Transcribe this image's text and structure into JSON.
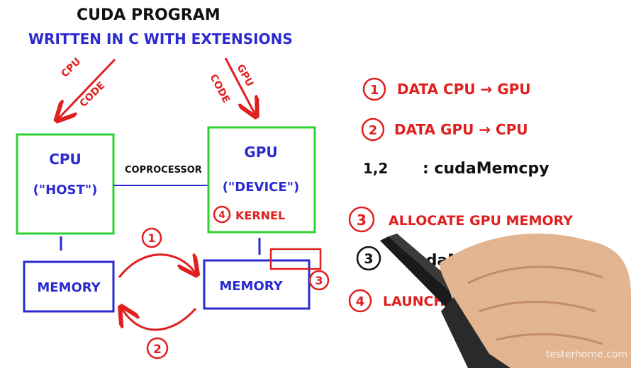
{
  "colors": {
    "black": "#111111",
    "blue": "#2a2ad0",
    "red": "#e01f1f",
    "green": "#2fd12f"
  },
  "header": {
    "title": "CUDA PROGRAM",
    "subtitle": "WRITTEN IN C WITH EXTENSIONS"
  },
  "arrows": {
    "cpu_code": {
      "line1": "CPU",
      "line2": "CODE"
    },
    "gpu_code": {
      "line1": "GPU",
      "line2": "CODE"
    }
  },
  "diagram": {
    "cpu_box": {
      "label": "CPU",
      "sub": "(\"HOST\")"
    },
    "gpu_box": {
      "label": "GPU",
      "sub": "(\"DEVICE\")",
      "kernel_num": "4",
      "kernel_label": "KERNEL"
    },
    "link_label": "COPROCESSOR",
    "host_memory": "MEMORY",
    "device_memory": "MEMORY",
    "transfer_top": "1",
    "transfer_bottom": "2",
    "alloc_tag": "3"
  },
  "steps": [
    {
      "num": "1",
      "text": "DATA CPU → GPU"
    },
    {
      "num": "2",
      "text": "DATA GPU → CPU"
    },
    {
      "num": "1,2",
      "text": ": cudaMemcpy"
    },
    {
      "num": "3",
      "text": "ALLOCATE GPU MEMORY"
    },
    {
      "num": "3",
      "text": "cudaMalloc"
    },
    {
      "num": "4",
      "text": "LAUNCH KERNEL ON GPU"
    }
  ],
  "watermark": "testerhome.com"
}
